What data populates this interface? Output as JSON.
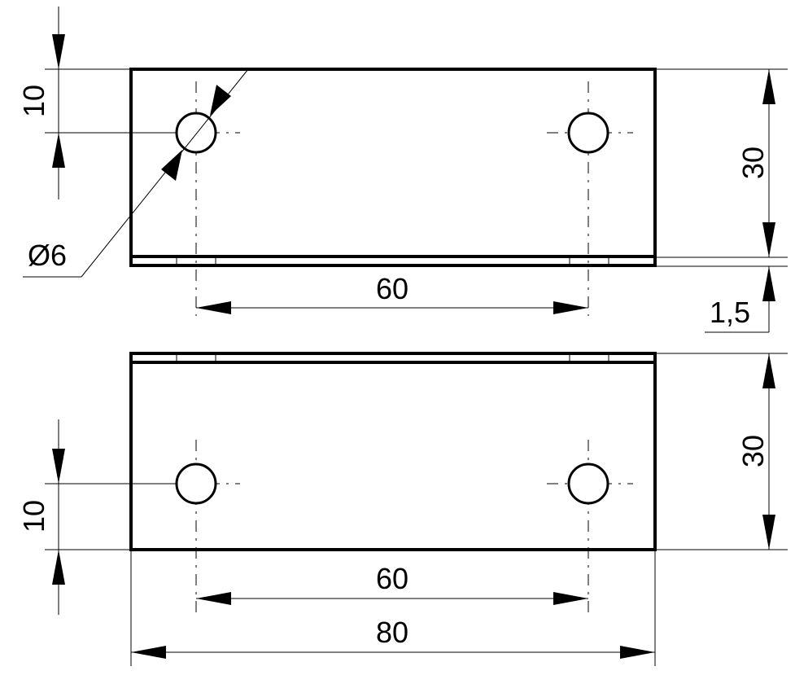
{
  "dimensions": {
    "top_view": {
      "hole_offset": "10",
      "hole_diameter": "Ø6",
      "hole_spacing": "60",
      "height": "30",
      "thickness": "1,5"
    },
    "bottom_view": {
      "height": "30",
      "hole_offset": "10",
      "hole_spacing": "60",
      "total_width": "80"
    }
  }
}
